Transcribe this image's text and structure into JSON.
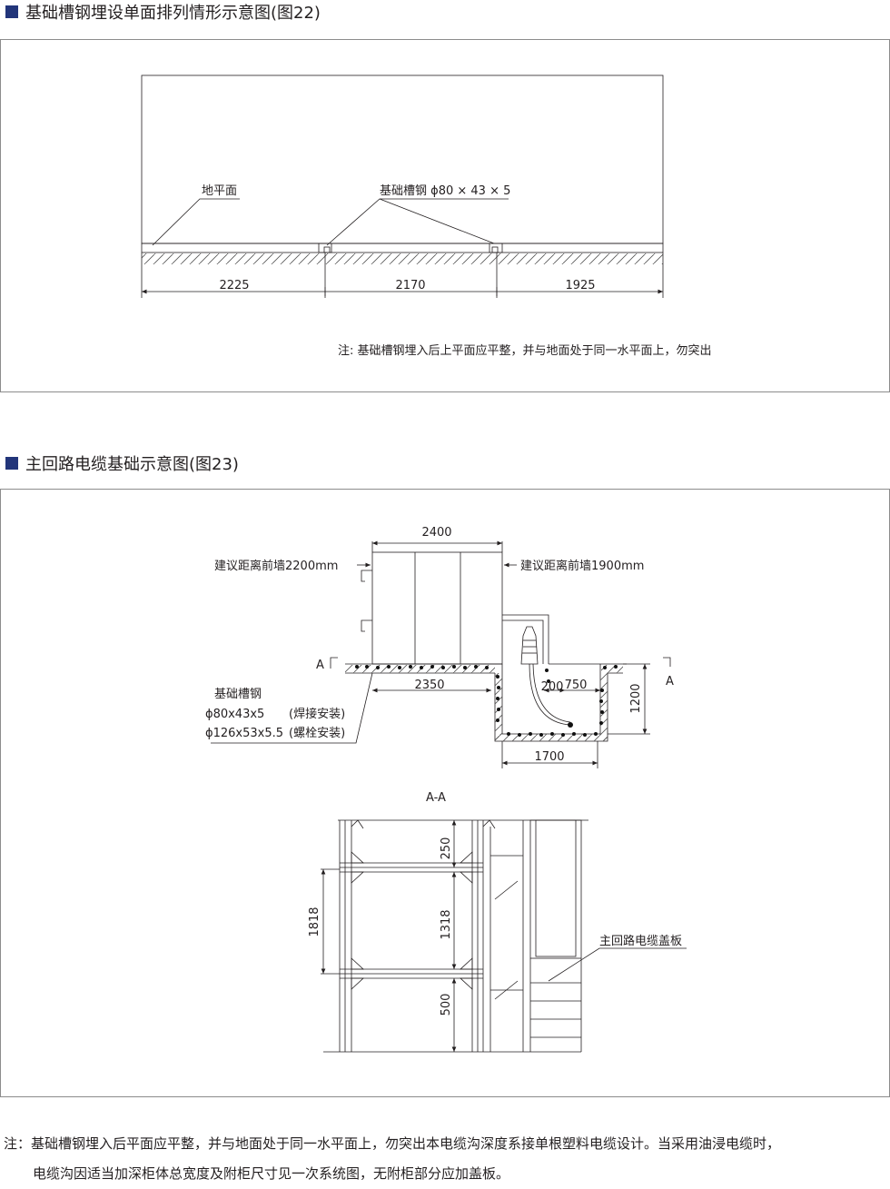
{
  "fig22": {
    "heading": "基础槽钢埋设单面排列情形示意图(图22)",
    "label_ground": "地平面",
    "label_channel": "基础槽钢 ϕ80 × 43 × 5",
    "dims": [
      "2225",
      "2170",
      "1925"
    ],
    "note": "注:  基础槽钢埋入后上平面应平整，并与地面处于同一水平面上，勿突出"
  },
  "fig23": {
    "heading": "主回路电缆基础示意图(图23)",
    "dim_width": "2400",
    "label_front_left": "建议距离前墙2200mm",
    "label_front_right": "建议距离前墙1900mm",
    "section_mark": "A",
    "dim_2350": "2350",
    "dim_200": "200",
    "dim_750": "750",
    "dim_1200": "1200",
    "dim_1700": "1700",
    "channel_title": "基础槽钢",
    "channel_spec1": "ϕ80x43x5",
    "channel_method1": "(焊接安装)",
    "channel_spec2": "ϕ126x53x5.5",
    "channel_method2": "(螺栓安装)",
    "section_title": "A-A",
    "dim_1818": "1818",
    "dim_250": "250",
    "dim_1318": "1318",
    "dim_500": "500",
    "label_cover": "主回路电缆盖板"
  },
  "bottom_note": {
    "line1": "注：基础槽钢埋入后平面应平整，并与地面处于同一水平面上，勿突出本电缆沟深度系接单根塑料电缆设计。当采用油浸电缆时，",
    "line2": "电缆沟因适当加深柜体总宽度及附柜尺寸见一次系统图，无附柜部分应加盖板。"
  },
  "colors": {
    "accent": "#22357a",
    "line": "#231f20",
    "frame": "#8c8c8c"
  }
}
